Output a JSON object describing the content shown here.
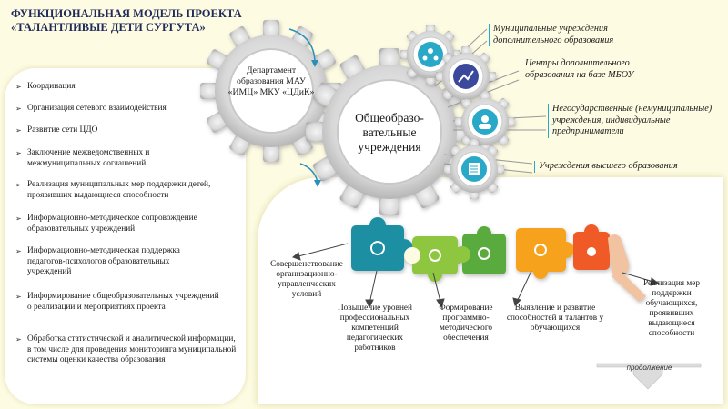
{
  "title": "ФУНКЦИОНАЛЬНАЯ МОДЕЛЬ ПРОЕКТА «ТАЛАНТЛИВЫЕ ДЕТИ СУРГУТА»",
  "tasks": [
    "Координация",
    "Организация сетевого взаимодействия",
    "Развитие сети ЦДО",
    "Заключение межведомственных и межмуниципальных соглашений",
    "Реализация муниципальных мер поддержки детей, проявивших выдающиеся способности",
    "Информационно-методическое сопровождение образовательных учреждений",
    "Информационно-методическая поддержка педагогов-психологов образовательных учреждений",
    "Информирование общеобразовательных учреждений о реализации и мероприятиях проекта",
    "Обработка статистической и аналитической информации, в том числе для проведения мониторинга муниципальной системы оценки качества образования"
  ],
  "gears": {
    "department": "Департамент образования МАУ «ИМЦ» МКУ «ЦДиК»",
    "schools": "Общеобразо-вательные учреждения"
  },
  "institutions": [
    {
      "label": "Муниципальные учреждения дополнительного образования",
      "icon": "team-network-icon"
    },
    {
      "label": "Центры дополнительного образования на базе МБОУ",
      "icon": "growth-arrow-icon"
    },
    {
      "label": "Негосударственные (немуниципальные) учреждения, индивидуальные предприниматели",
      "icon": "people-group-icon"
    },
    {
      "label": "Учреждения высшего образования",
      "icon": "document-list-icon"
    }
  ],
  "results": [
    "Совершенствование организационно-управленческих условий",
    "Повышение уровней профессиональных компетенций педагогических работников",
    "Формирование программно-методического обеспечения",
    "Выявление и развитие способностей и талантов у обучающихся",
    "Реализация мер поддержки обучающихся, проявивших выдающиеся способности"
  ],
  "continue_label": "продолжение",
  "colors": {
    "background": "#fdfbe2",
    "gear": "#d9d9d9",
    "accent_teal": "#2aa8c8",
    "puzzle": [
      "#1e8fa3",
      "#8fc63f",
      "#5aab3c",
      "#f7a21b",
      "#f05a28"
    ]
  }
}
